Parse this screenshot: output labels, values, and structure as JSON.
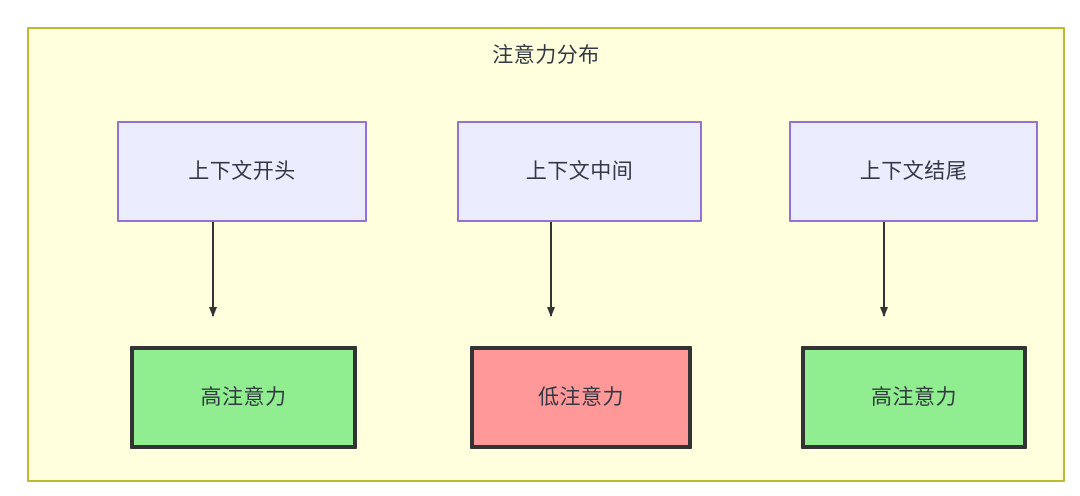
{
  "diagram": {
    "title": "注意力分布",
    "container": {
      "background": "#ffffdd",
      "border_color": "#bbbb33"
    },
    "columns": [
      {
        "source": {
          "label": "上下文开头",
          "fill": "#ececff",
          "stroke": "#9370db"
        },
        "target": {
          "label": "高注意力",
          "fill": "#90ee90",
          "stroke": "#333333"
        }
      },
      {
        "source": {
          "label": "上下文中间",
          "fill": "#ececff",
          "stroke": "#9370db"
        },
        "target": {
          "label": "低注意力",
          "fill": "#ff9999",
          "stroke": "#333333"
        }
      },
      {
        "source": {
          "label": "上下文结尾",
          "fill": "#ececff",
          "stroke": "#9370db"
        },
        "target": {
          "label": "高注意力",
          "fill": "#90ee90",
          "stroke": "#333333"
        }
      }
    ],
    "edges": [
      {
        "name": "edge-start-to-high",
        "from": "上下文开头",
        "to": "高注意力"
      },
      {
        "name": "edge-middle-to-low",
        "from": "上下文中间",
        "to": "低注意力"
      },
      {
        "name": "edge-end-to-high",
        "from": "上下文结尾",
        "to": "高注意力"
      }
    ],
    "text_color": "#333842"
  }
}
